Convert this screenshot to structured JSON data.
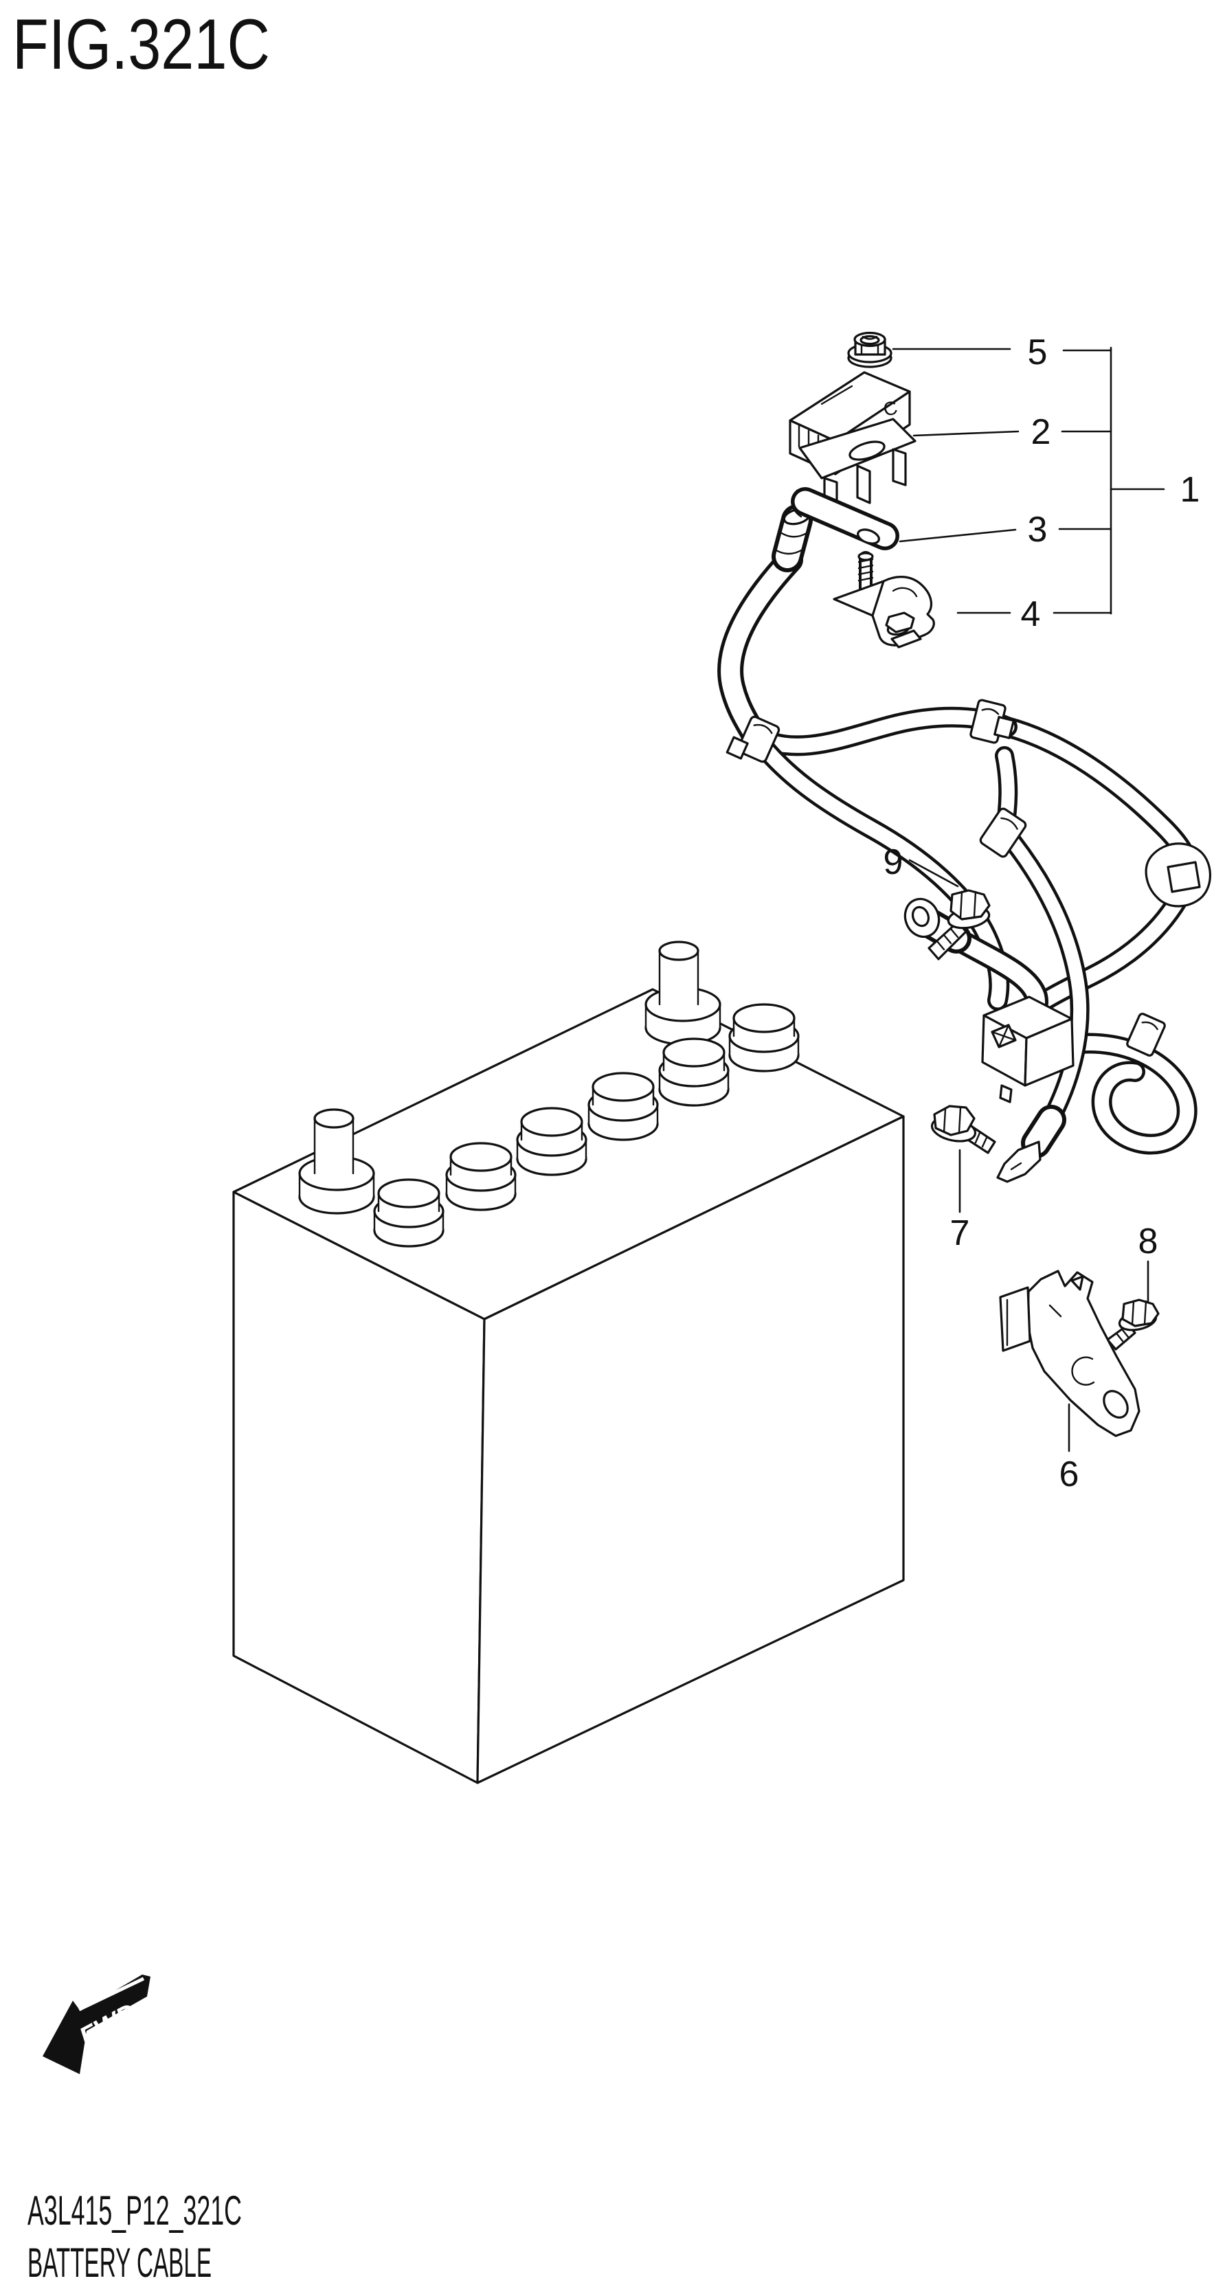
{
  "figure": {
    "title": "FIG.321C"
  },
  "footer": {
    "code": "A3L415_P12_321C",
    "name": "BATTERY CABLE"
  },
  "direction": {
    "label": "FWD"
  },
  "callouts": [
    {
      "label": "1"
    },
    {
      "label": "2"
    },
    {
      "label": "3"
    },
    {
      "label": "4"
    },
    {
      "label": "5"
    },
    {
      "label": "6"
    },
    {
      "label": "7"
    },
    {
      "label": "8"
    },
    {
      "label": "9"
    }
  ],
  "markings": {
    "fuse_block_letter": "C"
  }
}
